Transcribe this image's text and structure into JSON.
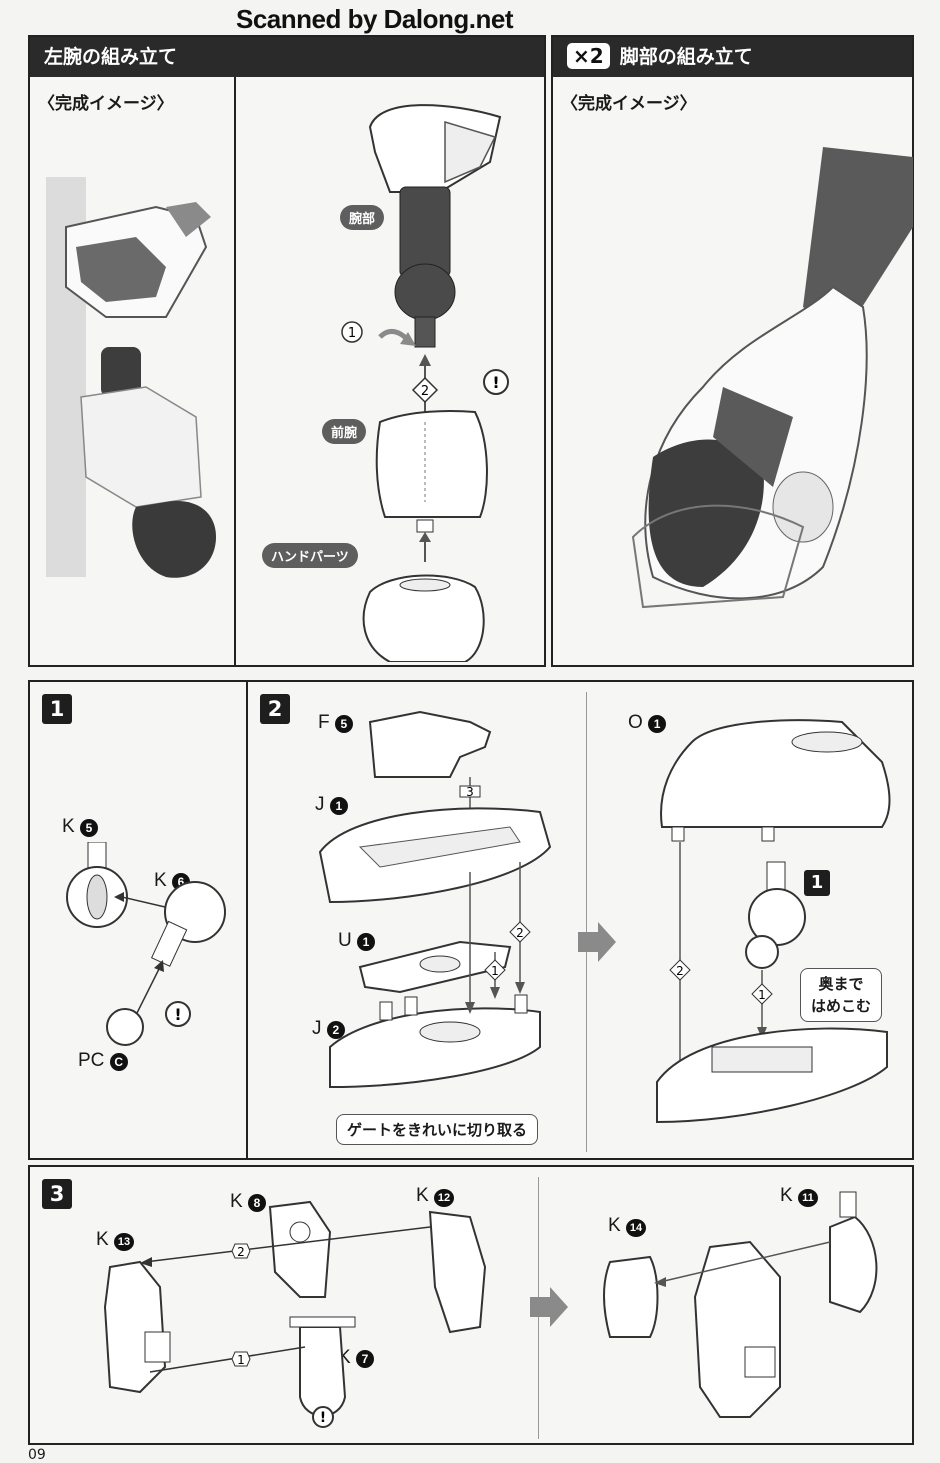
{
  "watermark": "Scanned by Dalong.net",
  "left_section": {
    "title": "左腕の組み立て",
    "preview_label": "〈完成イメージ〉",
    "parts": {
      "upper_arm": "腕部",
      "forearm": "前腕",
      "hand": "ハンドパーツ"
    },
    "steps": [
      "1",
      "2"
    ]
  },
  "right_section": {
    "multiplier": "×2",
    "title": "脚部の組み立て",
    "preview_label": "〈完成イメージ〉"
  },
  "step1": {
    "number": "1",
    "labels": {
      "k5": "K",
      "k5_num": "5",
      "k6": "K",
      "k6_num": "6",
      "pc": "PC",
      "pc_num": "C"
    }
  },
  "step2": {
    "number": "2",
    "labels": {
      "f": "F",
      "f_num": "5",
      "j1": "J",
      "j1_num": "1",
      "u": "U",
      "u_num": "1",
      "j2": "J",
      "j2_num": "2",
      "o": "O",
      "o_num": "1"
    },
    "gate_note": "ゲートをきれいに切り取る",
    "push_note_line1": "奥まで",
    "push_note_line2": "はめこむ",
    "ref_step": "1",
    "arrow_nums": [
      "1",
      "2",
      "3"
    ]
  },
  "step3": {
    "number": "3",
    "labels": {
      "k8": "K",
      "k8_num": "8",
      "k12": "K",
      "k12_num": "12",
      "k13": "K",
      "k13_num": "13",
      "k7": "K",
      "k7_num": "7",
      "k11": "K",
      "k11_num": "11",
      "k14": "K",
      "k14_num": "14"
    },
    "arrow_nums": [
      "1",
      "2"
    ]
  },
  "page_number": "09",
  "colors": {
    "dark": "#2a2a2a",
    "part_fill": "#ffffff",
    "dark_part": "#4a4a4a",
    "arrow": "#8a8a8a"
  }
}
